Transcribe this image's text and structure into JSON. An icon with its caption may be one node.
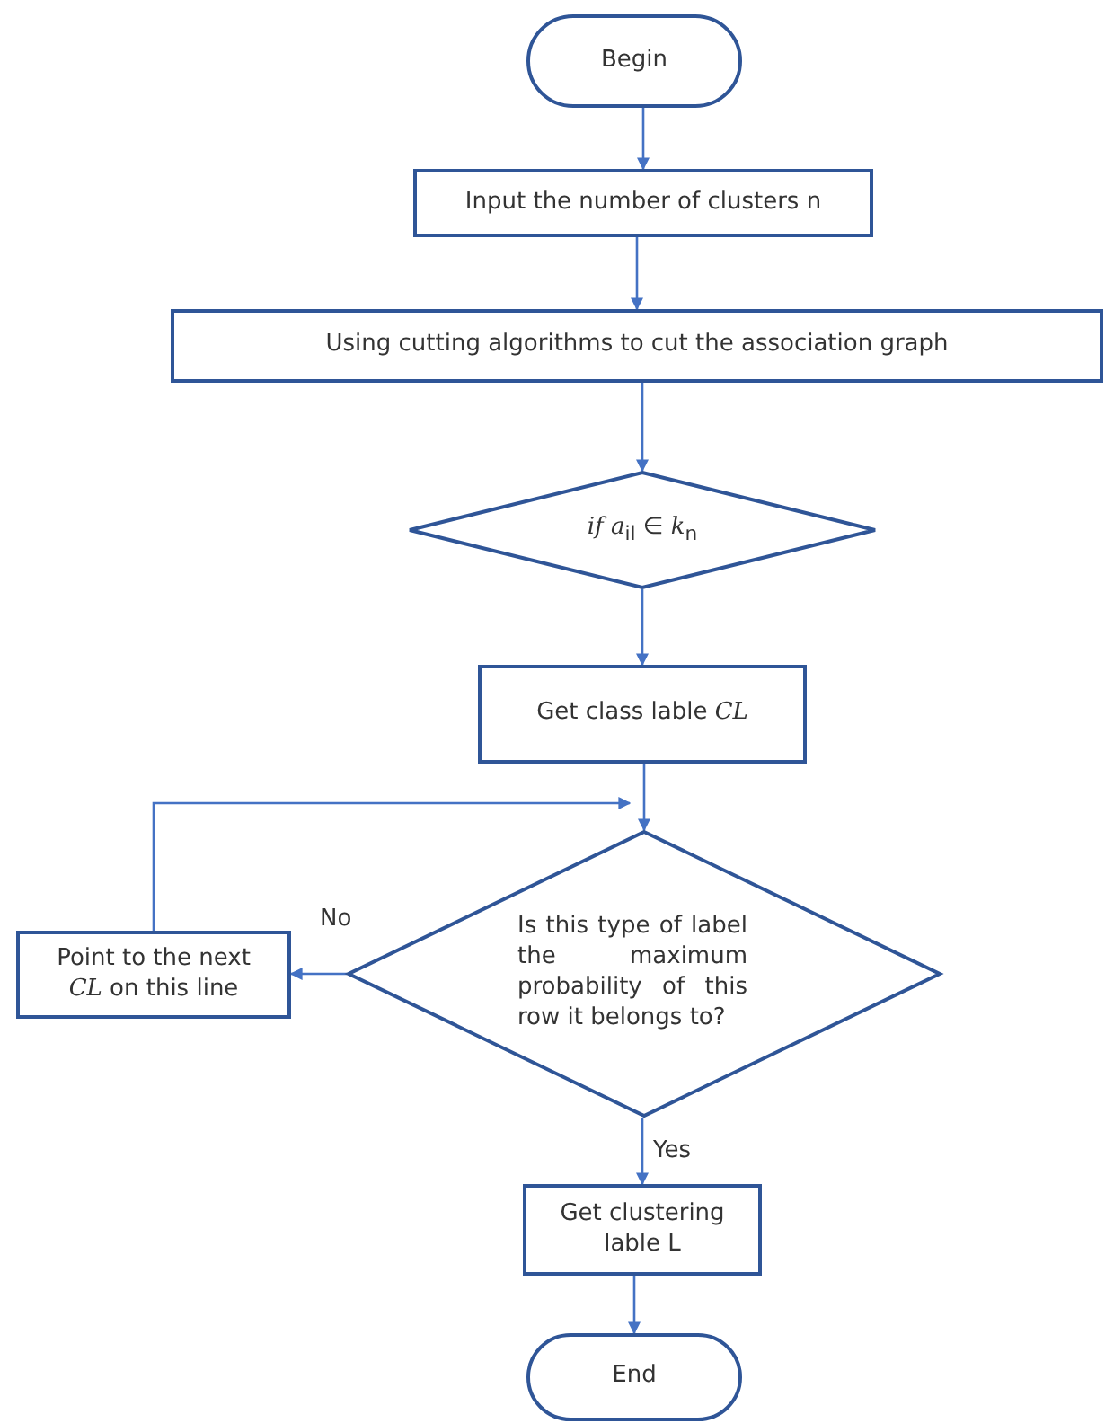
{
  "diagram": {
    "nodes": [
      {
        "text": [
          "Begin"
        ]
      },
      {
        "text": [
          "Input the number of clusters n"
        ]
      },
      {
        "text": [
          "Using cutting algorithms to cut the association graph"
        ]
      },
      {
        "text": [
          "*if a*$_{il}$ ∈ *k*$_{n}$"
        ]
      },
      {
        "text": [
          "Get class lable *CL*"
        ]
      },
      {
        "text": [
          "Is this type of label the maximum probability of this row it belongs to?"
        ]
      },
      {
        "text": [
          "Point to the next *CL* on this line"
        ]
      },
      {
        "text": [
          "Get clustering lable L"
        ]
      },
      {
        "text": [
          "End"
        ]
      }
    ],
    "edges": [
      {
        "from": 0,
        "to": 1,
        "arrow": "to"
      },
      {
        "from": 1,
        "to": 2,
        "arrow": "to"
      },
      {
        "from": 2,
        "to": 3,
        "arrow": "to"
      },
      {
        "from": 3,
        "to": 4,
        "arrow": "to"
      },
      {
        "from": 4,
        "to": 5,
        "arrow": "to"
      },
      {
        "from": 5,
        "to": 6,
        "arrow": "to",
        "label": "No"
      },
      {
        "from": 6,
        "to": 5,
        "arrow": "to"
      },
      {
        "from": 5,
        "to": 7,
        "arrow": "to",
        "label": "Yes"
      },
      {
        "from": 7,
        "to": 8,
        "arrow": "to"
      }
    ]
  }
}
